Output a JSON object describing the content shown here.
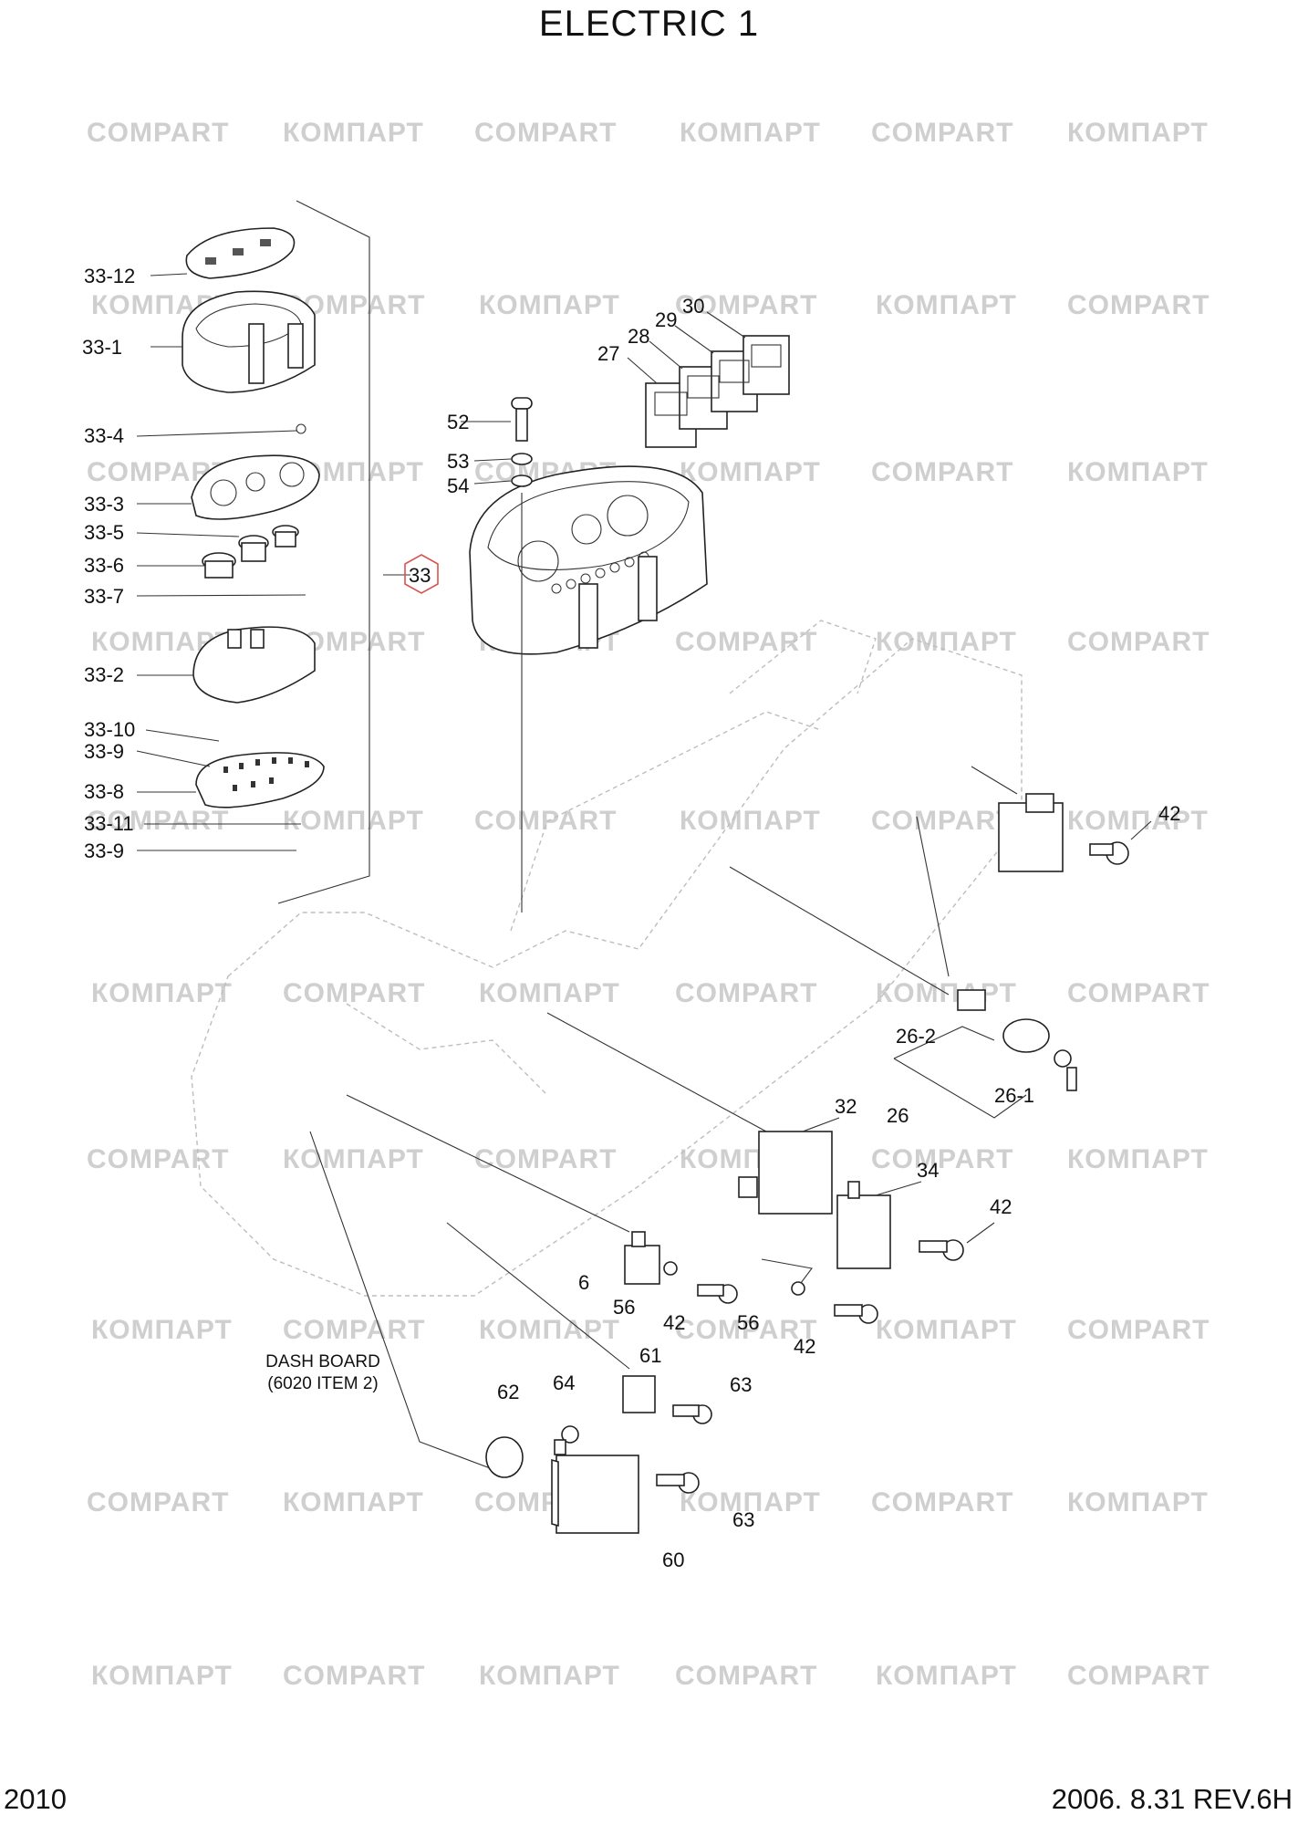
{
  "page": {
    "title": "ELECTRIC 1",
    "model": "2010",
    "revision": "2006.  8.31  REV.6H"
  },
  "watermark": {
    "latin": "COMPART",
    "cyrillic": "КОМПАРТ"
  },
  "notes": {
    "dash_board_line1": "DASH BOARD",
    "dash_board_line2": "(6020 ITEM 2)"
  },
  "callouts": {
    "c33_12": "33-12",
    "c33_1": "33-1",
    "c33_4": "33-4",
    "c33_3": "33-3",
    "c33_5": "33-5",
    "c33_6": "33-6",
    "c33_7": "33-7",
    "c33_2": "33-2",
    "c33_10": "33-10",
    "c33_9a": "33-9",
    "c33_8": "33-8",
    "c33_11": "33-11",
    "c33_9b": "33-9",
    "c33": "33",
    "c52": "52",
    "c53": "53",
    "c54": "54",
    "c27": "27",
    "c28": "28",
    "c29": "29",
    "c30": "30",
    "c42a": "42",
    "c26_2": "26-2",
    "c26": "26",
    "c26_1": "26-1",
    "c32": "32",
    "c34": "34",
    "c42b": "42",
    "c6": "6",
    "c56a": "56",
    "c42c": "42",
    "c56b": "56",
    "c42d": "42",
    "c61": "61",
    "c62": "62",
    "c64": "64",
    "c63a": "63",
    "c63b": "63",
    "c60": "60"
  }
}
